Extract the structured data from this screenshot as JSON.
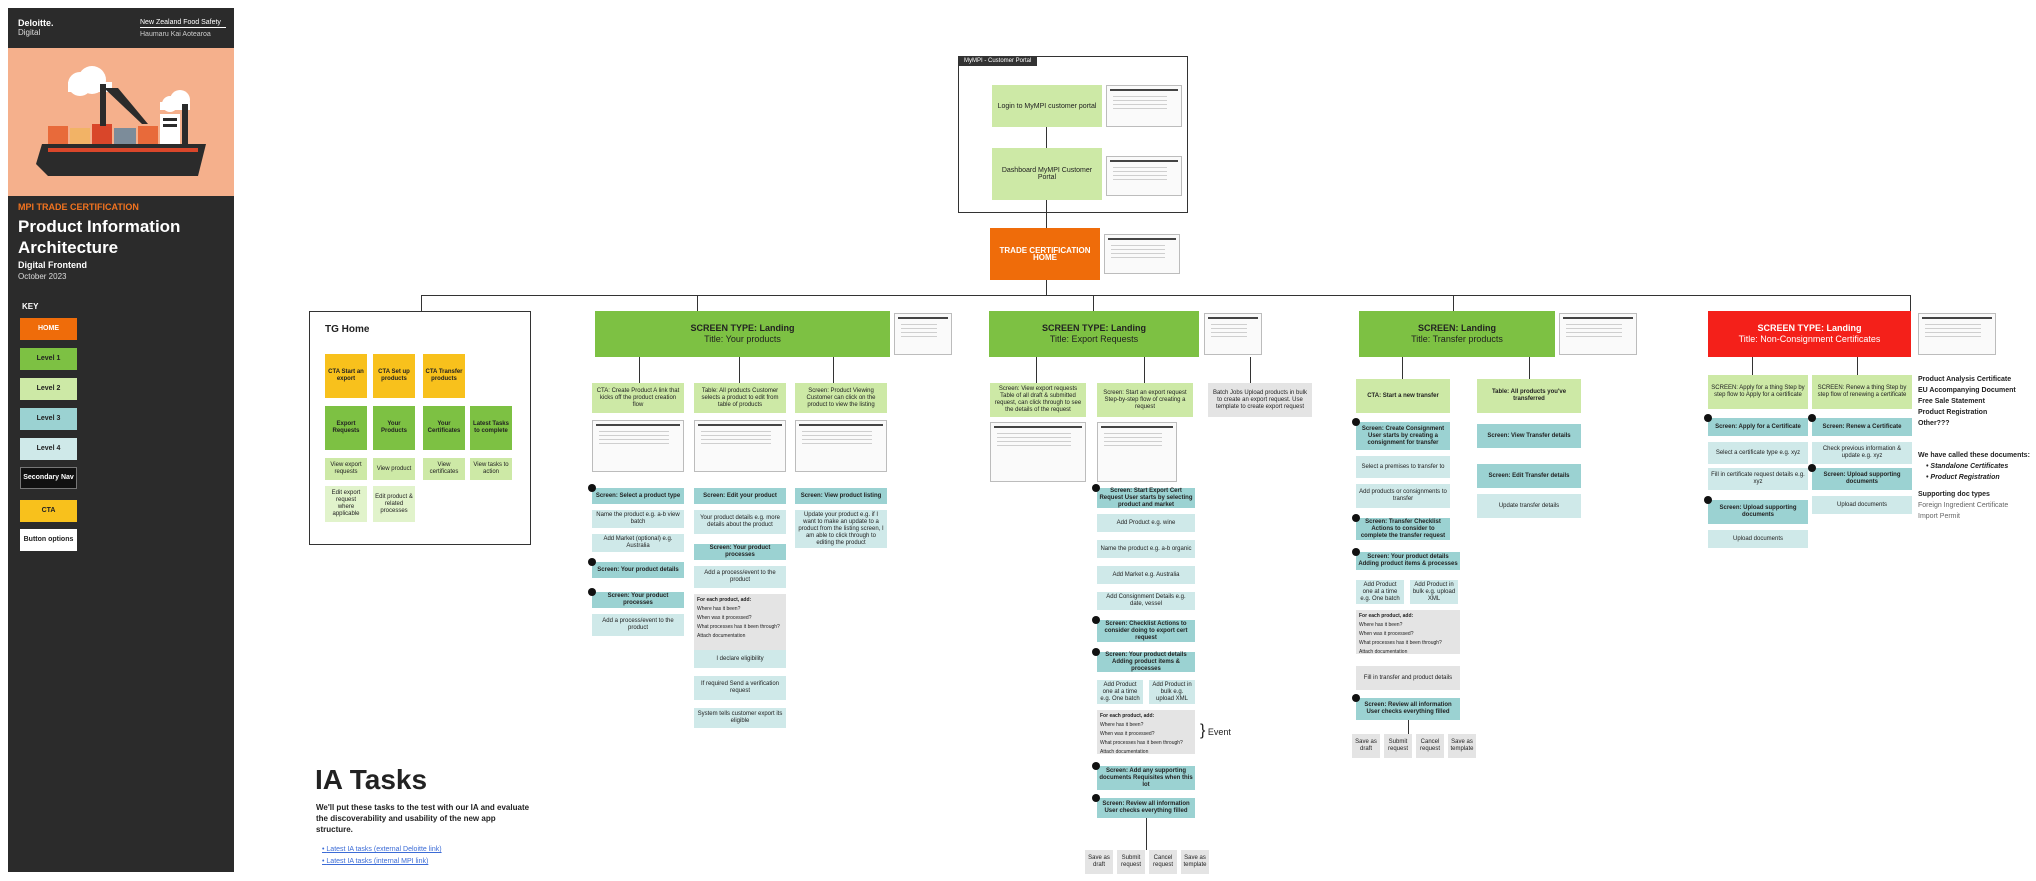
{
  "sidebar": {
    "brand": "Deloitte.",
    "brand_sub": "Digital",
    "client": "New Zealand Food Safety",
    "client_sub": "Haumaru Kai Aotearoa",
    "eyebrow": "MPI TRADE CERTIFICATION",
    "title": "Product Information Architecture",
    "subtitle": "Digital Frontend",
    "date": "October 2023",
    "key_heading": "KEY",
    "key_items": [
      {
        "label": "HOME",
        "color": "#ef6c0a"
      },
      {
        "label": "Level 1",
        "color": "#7dc143"
      },
      {
        "label": "Level 2",
        "color": "#cde9a6"
      },
      {
        "label": "Level 3",
        "color": "#9bd2d2"
      },
      {
        "label": "Level 4",
        "color": "#cfe9e9"
      },
      {
        "label": "Secondary Nav",
        "color": "#111111"
      },
      {
        "label": "CTA",
        "color": "#f8c11c"
      },
      {
        "label": "Button options",
        "color": "#ffffff"
      }
    ]
  },
  "portal": {
    "title": "MyMPI - Customer Portal",
    "login": "Login to MyMPI customer portal",
    "dashboard": "Dashboard MyMPI Customer Portal"
  },
  "home": {
    "label": "TRADE CERTIFICATION HOME"
  },
  "tg_home": {
    "title": "TG Home",
    "ctas": [
      "CTA Start an export",
      "CTA Set up products",
      "CTA Transfer products"
    ],
    "tiles": [
      "Export Requests",
      "Your Products",
      "Your Certificates",
      "Latest Tasks to complete"
    ],
    "links": [
      "View export requests",
      "View product",
      "View certificates",
      "View tasks to action"
    ],
    "links2": [
      "Edit export request where applicable",
      "Edit product & related processes"
    ]
  },
  "sections": {
    "products": {
      "type": "SCREEN TYPE: Landing",
      "title": "Title: Your products"
    },
    "exports": {
      "type": "SCREEN TYPE: Landing",
      "title": "Title: Export Requests"
    },
    "transfer": {
      "type": "SCREEN: Landing",
      "title": "Title: Transfer products"
    },
    "nonconsign": {
      "type": "SCREEN TYPE: Landing",
      "title": "Title: Non-Consignment Certificates"
    }
  },
  "products_cols": {
    "c1_head": "CTA: Create Product A link that kicks off the product creation flow",
    "c2_head": "Table: All products Customer selects a product to edit from table of products",
    "c3_head": "Screen: Product Viewing Customer can click on the product to view the listing",
    "c1_items": [
      "Screen: Select a product type",
      "Name the product e.g. a-b view batch",
      "Add Market (optional) e.g. Australia",
      "Screen: Your product details",
      "Screen: Your product processes",
      "Add a process/event to the product"
    ],
    "c2_items": [
      "Screen: Edit your product",
      "Your product details e.g. more details about the product",
      "Screen: Your product processes",
      "Add a process/event to the product",
      "For each product, add:",
      "Where has it been?",
      "When was it processed?",
      "What processes has it been through?",
      "Attach documentation",
      "I declare eligibility",
      "If required Send a verification request",
      "System tells customer export its eligible"
    ],
    "c3_items": [
      "Screen: View product listing",
      "Update your product e.g. if I want to make an update to a product from the listing screen, I am able to click through to editing the product"
    ]
  },
  "exports_cols": {
    "c1_head": "Screen: View export requests Table of all draft & submitted request, can click through to see the details of the request",
    "c2_head": "Screen: Start an export request Step-by-step flow of creating a request",
    "c3_head": "Batch Jobs Upload products in bulk to create an export request. Use template to create export request",
    "items": [
      "Screen: Start Export Cert Request User starts by selecting product and market",
      "Add Product e.g. wine",
      "Name the product e.g. a-b organic",
      "Add Market e.g. Australia",
      "Add Consignment Details e.g. date, vessel",
      "Screen: Checklist Actions to consider doing to export cert request",
      "Screen: Your product details Adding product items & processes",
      "Add Product one at a time e.g. One batch",
      "Add Product in bulk e.g. upload XML",
      "For each product, add:",
      "Where has it been?",
      "When was it processed?",
      "What processes has it been through?",
      "Attach documentation",
      "Screen: Add any supporting documents Requisites when this lot",
      "Screen: Review all information User checks everything filled"
    ],
    "event": "Event",
    "actions": [
      "Save as draft",
      "Submit request",
      "Cancel request",
      "Save as template"
    ]
  },
  "transfer_cols": {
    "c1_head": "CTA: Start a new transfer",
    "c2_head": "Table: All products you've transferred",
    "c1_items": [
      "Screen: Create Consignment User starts by creating a consignment for transfer",
      "Select a premises to transfer to",
      "Add products or consignments to transfer",
      "Screen: Transfer Checklist Actions to consider to complete the transfer request",
      "Screen: Your product details Adding product items & processes",
      "Add Product one at a time e.g. One batch",
      "Add Product in bulk e.g. upload XML",
      "For each product, add:",
      "Where has it been?",
      "When was it processed?",
      "What processes has it been through?",
      "Attach documentation",
      "Fill in transfer and product details",
      "Screen: Review all information User checks everything filled"
    ],
    "c2_items": [
      "Screen: View Transfer details",
      "Screen: Edit Transfer details",
      "Update transfer details"
    ],
    "actions": [
      "Save as draft",
      "Submit request",
      "Cancel request",
      "Save as template"
    ]
  },
  "nonconsign_cols": {
    "c1_head": "SCREEN: Apply for a thing Step by step flow to Apply for a certificate",
    "c2_head": "SCREEN: Renew a thing Step by step flow of renewing a certificate",
    "c1_items": [
      "Screen: Apply for a Certificate",
      "Select a certificate type e.g. xyz",
      "Fill in certificate request details e.g. xyz",
      "Screen: Upload supporting documents",
      "Upload documents"
    ],
    "c2_items": [
      "Screen: Renew a Certificate",
      "Check previous information & update e.g. xyz",
      "Screen: Upload supporting documents",
      "Upload documents"
    ]
  },
  "notes": {
    "cert_list": [
      "Product Analysis Certificate",
      "EU Accompanying Document",
      "Free Sale Statement",
      "Product Registration",
      "Other???"
    ],
    "called_heading": "We have called these documents:",
    "called_items": [
      "Standalone Certificates",
      "Product Registration"
    ],
    "supporting_heading": "Supporting doc types",
    "supporting_items": [
      "Foreign Ingredient Certificate",
      "Import Permit"
    ]
  },
  "ia_tasks": {
    "title": "IA Tasks",
    "body": "We'll put these tasks to the test with our IA and evaluate the discoverability and usability of the new app structure.",
    "links": [
      "Latest IA tasks (external Deloitte link)",
      "Latest IA tasks (internal MPI link)"
    ]
  }
}
